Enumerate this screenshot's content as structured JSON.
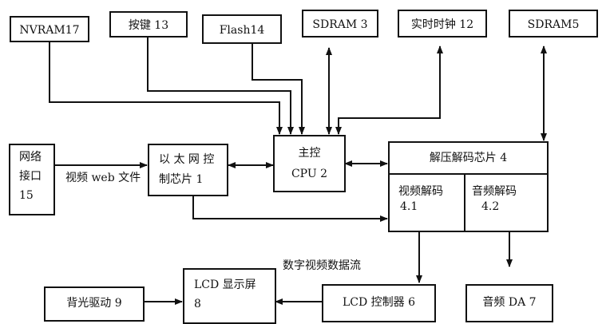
{
  "diagram": {
    "nvram": "NVRAM17",
    "keys": "按键 13",
    "flash": "Flash14",
    "sdram3": "SDRAM 3",
    "rtc": "实时时钟 12",
    "sdram5": "SDRAM5",
    "net_port": [
      "网络",
      "接口",
      "15"
    ],
    "ethernet_chip": [
      "以 太 网 控",
      "制芯片 1"
    ],
    "cpu": [
      "主控",
      "CPU 2"
    ],
    "decoder": "解压解码芯片 4",
    "video_decode": [
      "视频解码",
      "4.1"
    ],
    "audio_decode": [
      "音频解码",
      "4.2"
    ],
    "video_web_label": "视频 web 文件",
    "data_stream_label": "数字视频数据流",
    "backlight": "背光驱动 9",
    "lcd_screen": [
      "LCD 显示屏",
      "8"
    ],
    "lcd_controller": "LCD 控制器 6",
    "audio_da": "音频 DA 7"
  },
  "colors": {
    "line": "#111111",
    "background": "#ffffff"
  }
}
